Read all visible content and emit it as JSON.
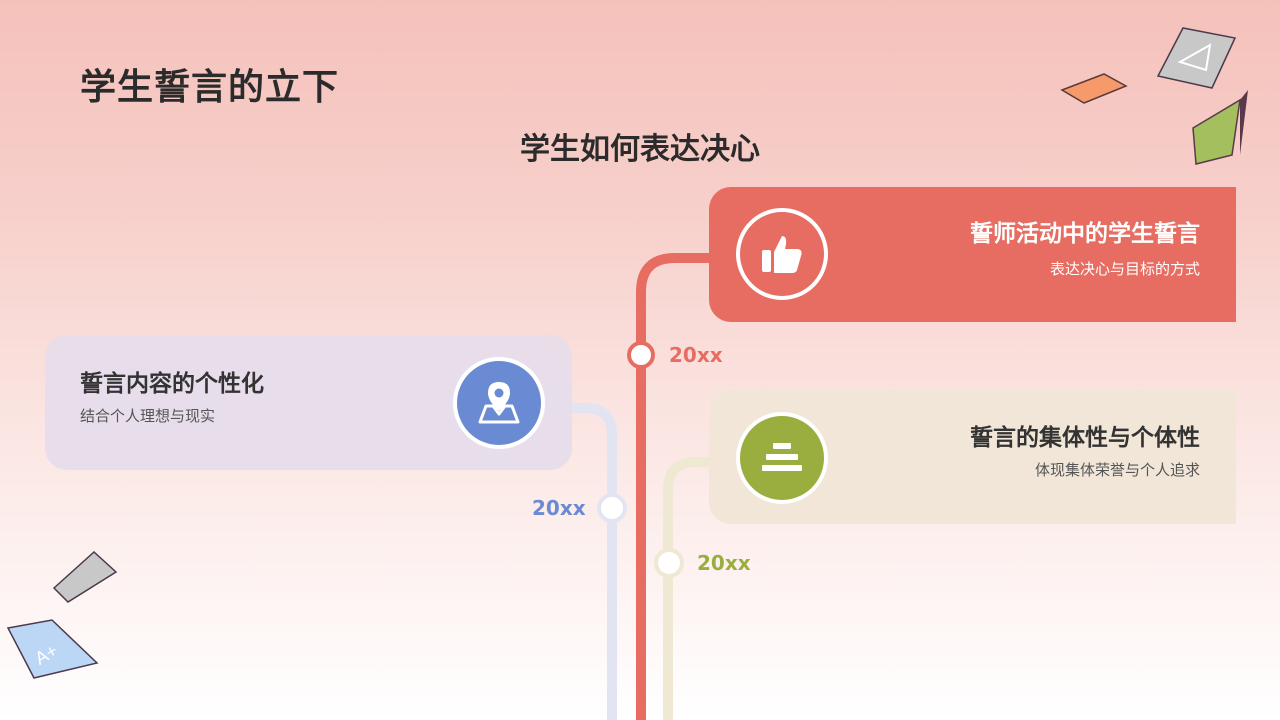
{
  "page": {
    "title": "学生誓言的立下",
    "subtitle": "学生如何表达决心"
  },
  "items": [
    {
      "title": "誓师活动中的学生誓言",
      "description": "表达决心与目标的方式",
      "year": "20xx",
      "icon": "thumbs-up-icon",
      "color": "#e76d62"
    },
    {
      "title": "誓言内容的个性化",
      "description": "结合个人理想与现实",
      "year": "20xx",
      "icon": "map-pin-icon",
      "color": "#6a8ad4"
    },
    {
      "title": "誓言的集体性与个体性",
      "description": "体现集体荣誉与个人追求",
      "year": "20xx",
      "icon": "stack-bars-icon",
      "color": "#9aae3f"
    }
  ],
  "decorations": {
    "paper_colors": [
      "#f79a6b",
      "#c8c8c8",
      "#a4bf5e",
      "#bcd6f5"
    ]
  }
}
